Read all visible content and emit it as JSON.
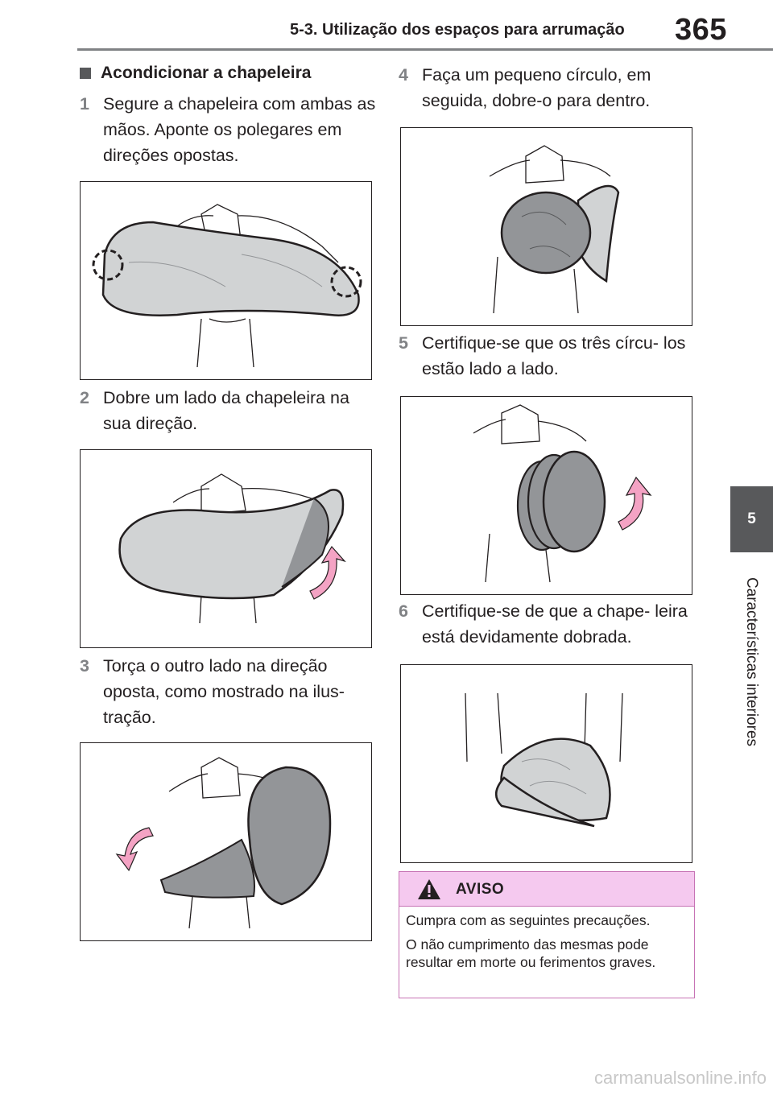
{
  "header": {
    "section_title": "5-3. Utilização dos espaços para arrumação",
    "page_number": "365"
  },
  "side_tab": {
    "chapter_number": "5",
    "chapter_label": "Características interiores"
  },
  "section": {
    "heading": "Acondicionar a chapeleira"
  },
  "steps": [
    {
      "number": "1",
      "text": "Segure a chapeleira com ambas as mãos. Aponte os polegares em direções opostas."
    },
    {
      "number": "2",
      "text": "Dobre um lado da chapeleira na sua direção."
    },
    {
      "number": "3",
      "text": "Torça o outro lado na direção oposta, como mostrado na ilus- tração."
    },
    {
      "number": "4",
      "text": "Faça um pequeno círculo, em seguida, dobre-o para dentro."
    },
    {
      "number": "5",
      "text": "Certifique-se que os três círcu- los estão lado a lado."
    },
    {
      "number": "6",
      "text": "Certifique-se de que a chape- leira está devidamente dobrada."
    }
  ],
  "warning": {
    "title": "AVISO",
    "lines": [
      "Cumpra com as seguintes precauções.",
      "O não cumprimento das mesmas pode resultar em morte ou ferimentos graves."
    ]
  },
  "watermark": "carmanualsonline.info",
  "colors": {
    "tab_gray": "#58595b",
    "step_number": "#808285",
    "warning_fill": "#f5c9ef",
    "warning_border": "#c773b5",
    "arrow_pink": "#f4a3c4"
  }
}
